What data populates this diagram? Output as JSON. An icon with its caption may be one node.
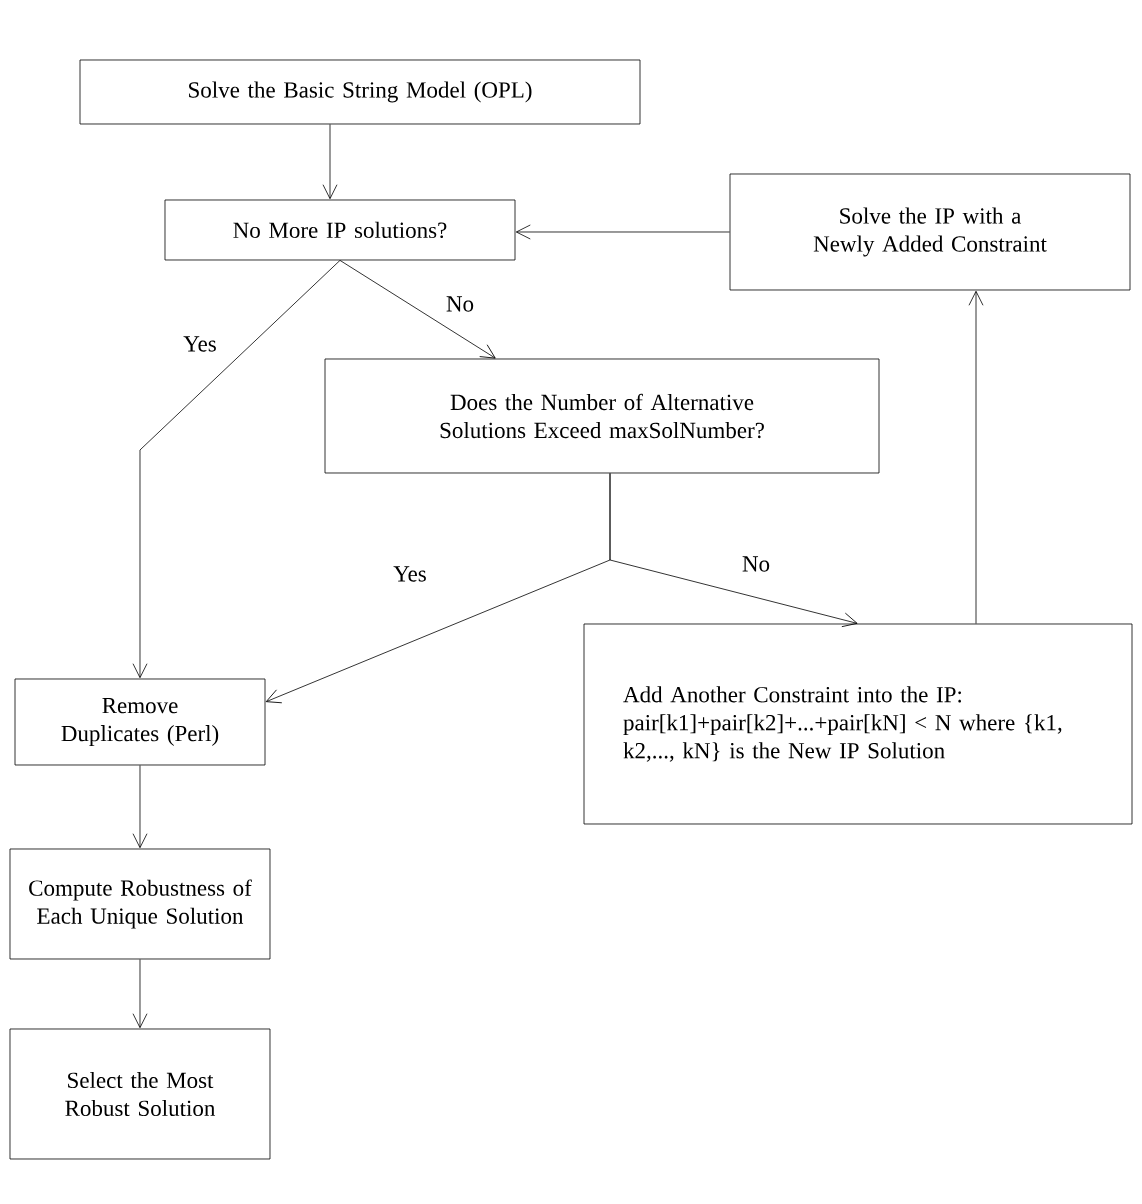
{
  "diagram": {
    "nodes": [
      {
        "text": [
          "Solve the Basic String Model (OPL)"
        ]
      },
      {
        "text": [
          "No More IP solutions?"
        ]
      },
      {
        "text": [
          "Solve the IP with a Newly Added Constraint"
        ]
      },
      {
        "text": [
          "Does the Number of Alternative Solutions Exceed maxSolNumber?"
        ]
      },
      {
        "text": [
          "Remove Duplicates (Perl)"
        ]
      },
      {
        "text": [
          "Add Another Constraint into the IP: pair[k1]+pair[k2]+...+pair[kN] < N where {k1, k2,..., kN} is the New IP Solution"
        ]
      },
      {
        "text": [
          "Compute Robustness of Each Unique Solution"
        ]
      },
      {
        "text": [
          "Select the Most Robust Solution"
        ]
      }
    ],
    "edges": [
      {
        "from": 0,
        "to": 1,
        "arrow": "to"
      },
      {
        "from": 1,
        "to": 4,
        "arrow": "to",
        "label": "Yes"
      },
      {
        "from": 1,
        "to": 3,
        "arrow": "to",
        "label": "No"
      },
      {
        "from": 3,
        "to": 4,
        "arrow": "to",
        "label": "Yes"
      },
      {
        "from": 3,
        "to": 5,
        "arrow": "to",
        "label": "No"
      },
      {
        "from": 5,
        "to": 2,
        "arrow": "to"
      },
      {
        "from": 2,
        "to": 1,
        "arrow": "to"
      },
      {
        "from": 4,
        "to": 6,
        "arrow": "to"
      },
      {
        "from": 6,
        "to": 7,
        "arrow": "to"
      }
    ]
  }
}
